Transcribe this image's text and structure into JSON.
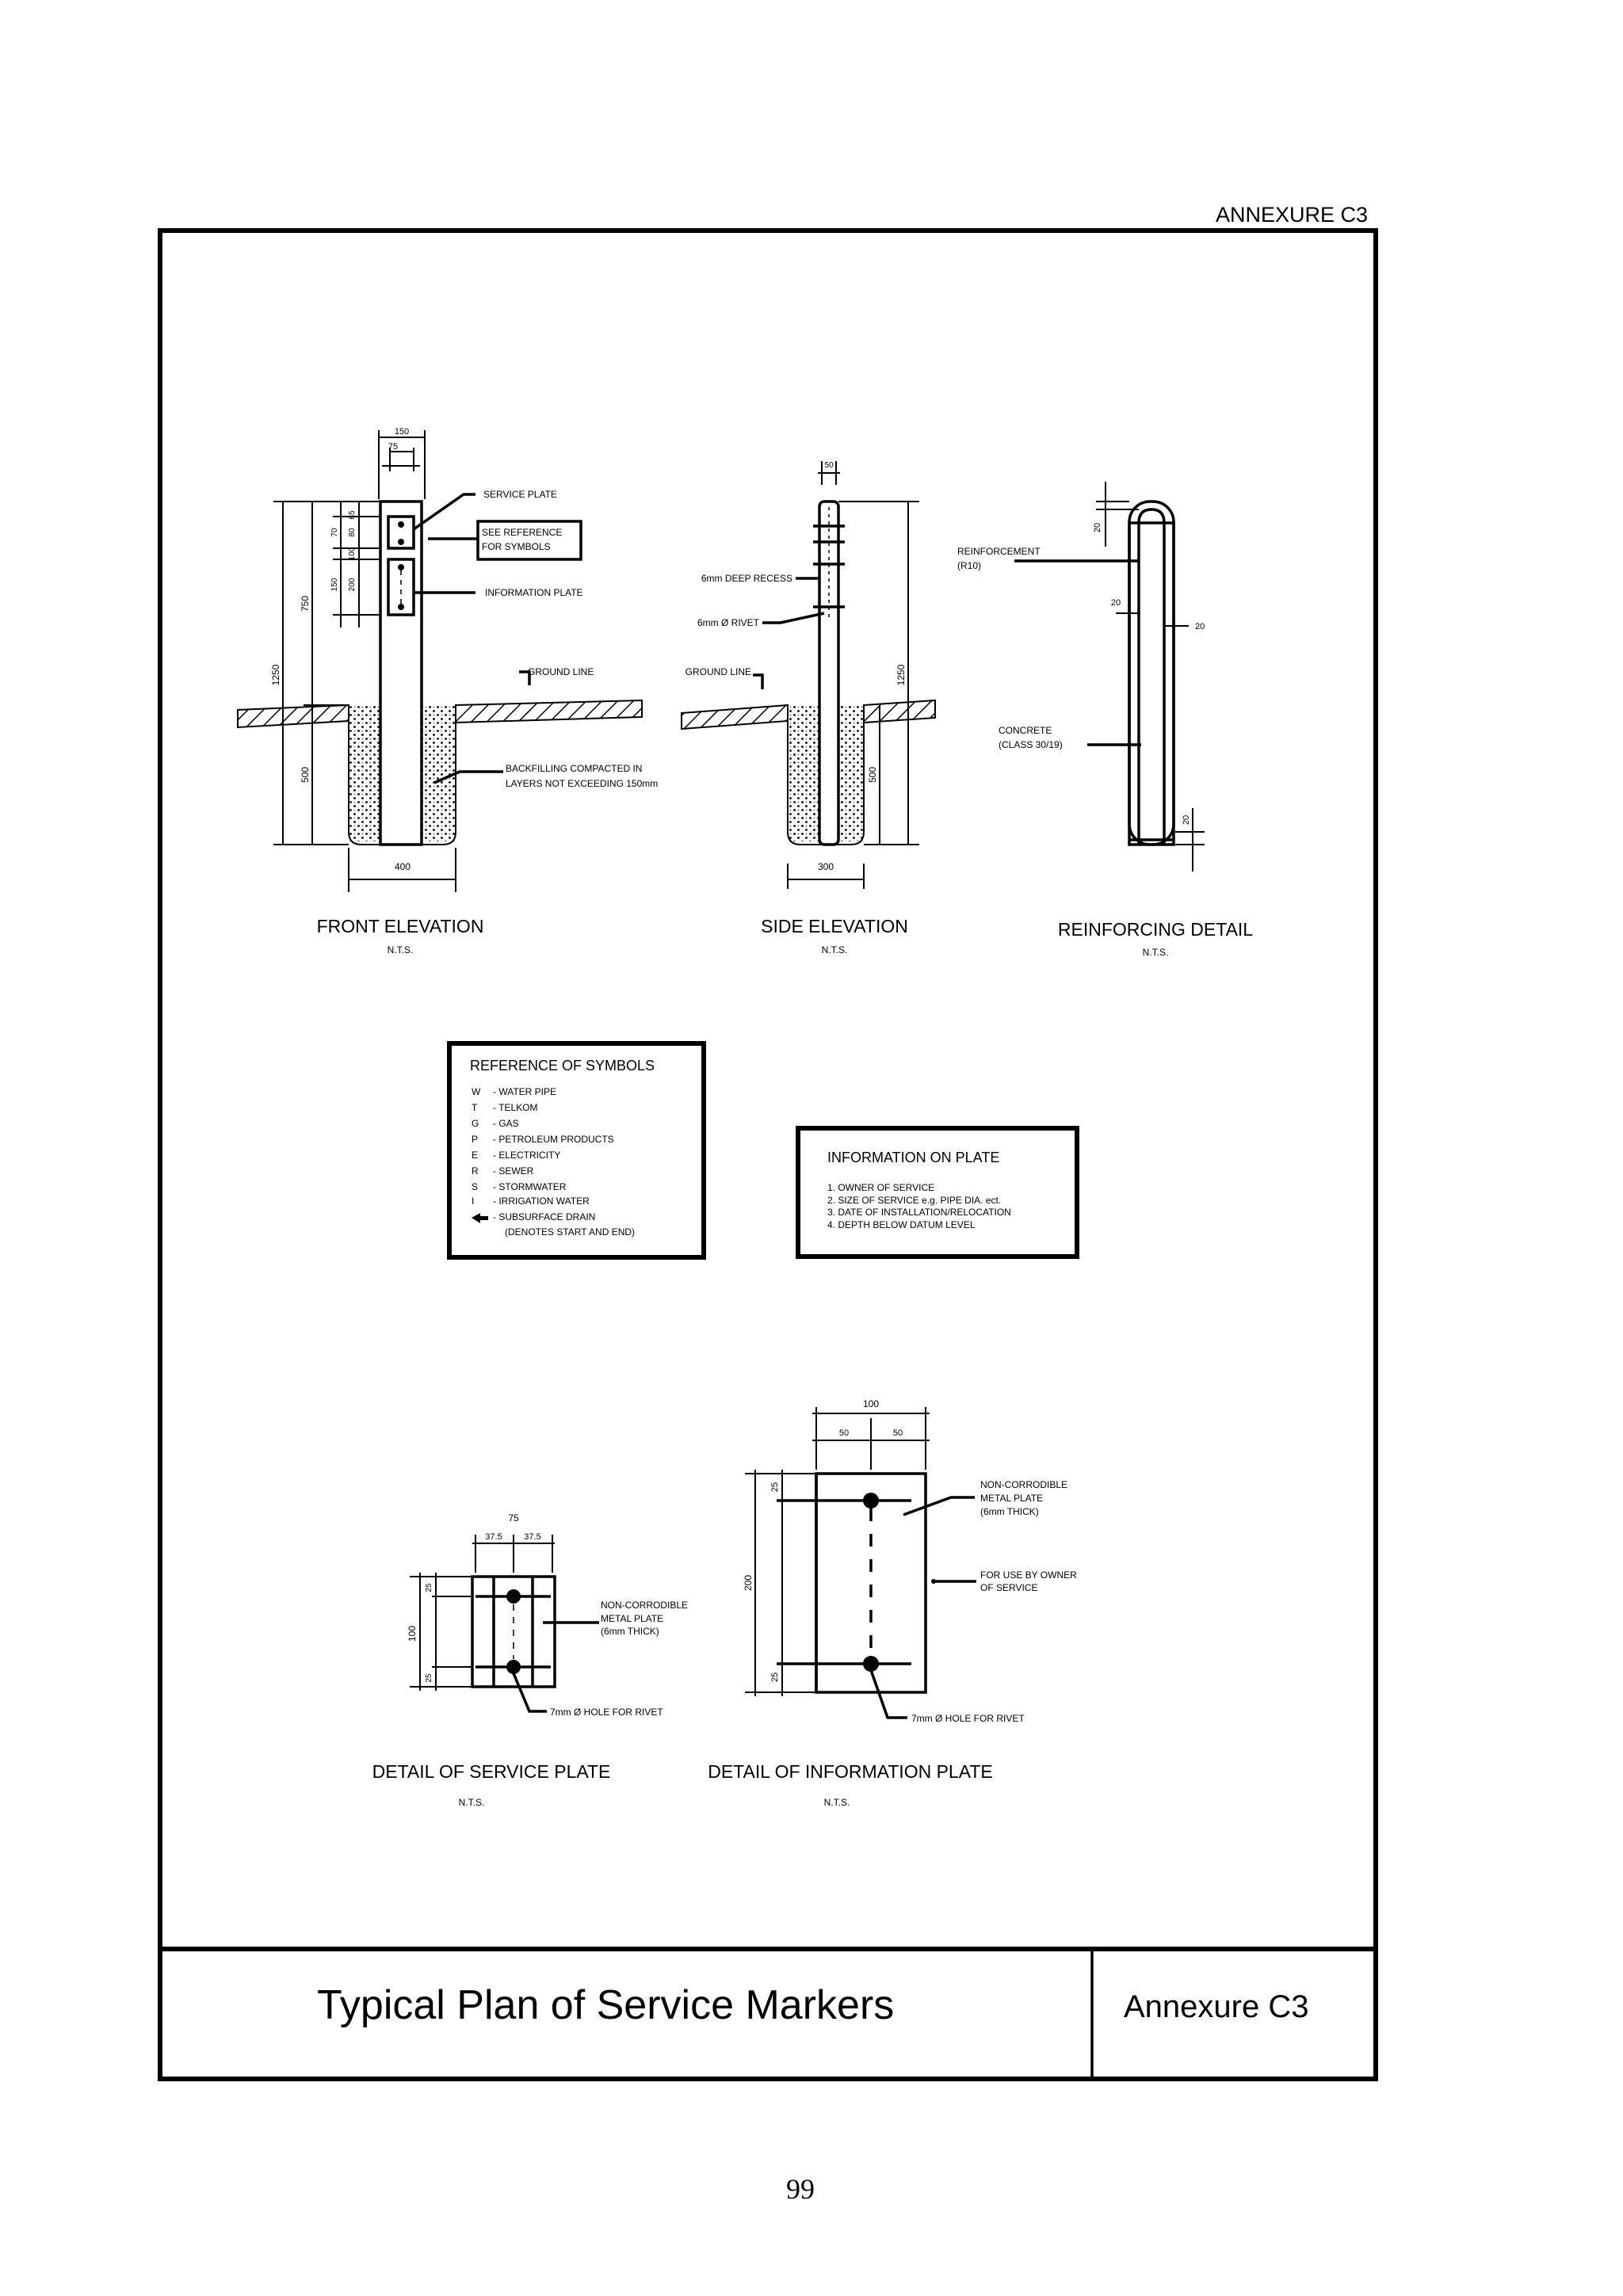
{
  "header": {
    "annexure_label": "ANNEXURE  C3"
  },
  "front_elevation": {
    "title": "FRONT ELEVATION",
    "scale": "N.T.S.",
    "dims": {
      "w150": "150",
      "w75": "75",
      "d65": "65",
      "d70": "70",
      "d80": "80",
      "d100": "100",
      "d150": "150",
      "d200": "200",
      "d750": "750",
      "d1250": "1250",
      "d500": "500",
      "base400": "400"
    },
    "labels": {
      "service_plate": "SERVICE PLATE",
      "see_reference_1": "SEE REFERENCE",
      "see_reference_2": "FOR SYMBOLS",
      "information_plate": "INFORMATION PLATE",
      "ground_line": "GROUND LINE",
      "backfill_1": "BACKFILLING COMPACTED IN",
      "backfill_2": "LAYERS NOT EXCEEDING 150mm"
    }
  },
  "side_elevation": {
    "title": "SIDE ELEVATION",
    "scale": "N.T.S.",
    "dims": {
      "top50": "50",
      "d1250": "1250",
      "d500": "500",
      "base300": "300"
    },
    "labels": {
      "deep_recess": "6mm DEEP RECESS",
      "rivet": "6mm Ø RIVET",
      "ground_line": "GROUND LINE"
    }
  },
  "reinforcing_detail": {
    "title": "REINFORCING DETAIL",
    "scale": "N.T.S.",
    "dims": {
      "top20": "20",
      "mid20a": "20",
      "mid20b": "20",
      "bot20": "20"
    },
    "labels": {
      "reinforcement_1": "REINFORCEMENT",
      "reinforcement_2": "(R10)",
      "concrete_1": "CONCRETE",
      "concrete_2": "(CLASS 30/19)"
    }
  },
  "symbols_box": {
    "title": "REFERENCE OF SYMBOLS",
    "items": [
      {
        "code": "W",
        "desc": "-  WATER PIPE"
      },
      {
        "code": "T",
        "desc": "-  TELKOM"
      },
      {
        "code": "G",
        "desc": "-  GAS"
      },
      {
        "code": "P",
        "desc": "-  PETROLEUM PRODUCTS"
      },
      {
        "code": "E",
        "desc": "-  ELECTRICITY"
      },
      {
        "code": "R",
        "desc": "-  SEWER"
      },
      {
        "code": "S",
        "desc": "-  STORMWATER"
      },
      {
        "code": "I",
        "desc": "-  IRRIGATION WATER"
      },
      {
        "code": "",
        "desc": "-  SUBSURFACE DRAIN"
      },
      {
        "code": "",
        "desc": "(DENOTES START AND END)"
      }
    ]
  },
  "info_box": {
    "title": "INFORMATION ON PLATE",
    "items": [
      "1. OWNER OF SERVICE",
      "2. SIZE OF SERVICE e.g. PIPE DIA. ect.",
      "3. DATE OF INSTALLATION/RELOCATION",
      "4. DEPTH BELOW DATUM LEVEL"
    ]
  },
  "service_plate_detail": {
    "title": "DETAIL OF SERVICE PLATE",
    "scale": "N.T.S.",
    "dims": {
      "w75": "75",
      "half_a": "37.5",
      "half_b": "37.5",
      "h100": "100",
      "e25a": "25",
      "e25b": "25"
    },
    "labels": {
      "metal_1": "NON-CORRODIBLE",
      "metal_2": "METAL PLATE",
      "metal_3": "(6mm THICK)",
      "hole": "7mm Ø HOLE FOR RIVET"
    }
  },
  "info_plate_detail": {
    "title": "DETAIL OF INFORMATION PLATE",
    "scale": "N.T.S.",
    "dims": {
      "w100": "100",
      "half_a": "50",
      "half_b": "50",
      "h200": "200",
      "e25a": "25",
      "e25b": "25"
    },
    "labels": {
      "metal_1": "NON-CORRODIBLE",
      "metal_2": "METAL PLATE",
      "metal_3": "(6mm THICK)",
      "owner_1": "FOR USE BY OWNER",
      "owner_2": "OF SERVICE",
      "hole": "7mm Ø HOLE FOR RIVET"
    }
  },
  "title_block": {
    "title": "Typical Plan of Service Markers",
    "annexure": "Annexure  C3"
  },
  "footer": {
    "page_number": "99"
  }
}
